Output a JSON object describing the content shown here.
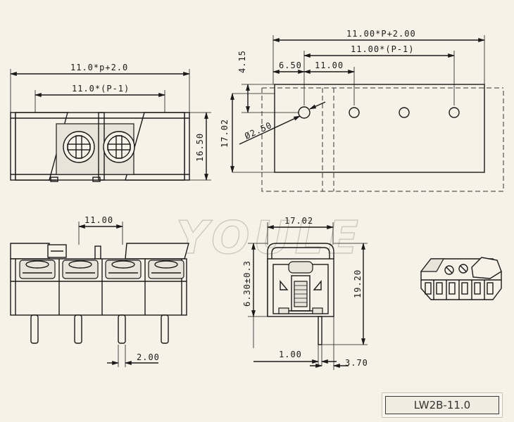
{
  "watermark": "YOULE",
  "model_label": "LW2B-11.0",
  "top_view": {
    "dim_total": "11.0*p+2.0",
    "dim_span": "11.0*(P-1)",
    "dim_height": "16.50"
  },
  "pcb_layout": {
    "dim_total": "11.00*P+2.00",
    "dim_span": "11.00*(P-1)",
    "dim_edge": "6.50",
    "dim_pitch": "11.00",
    "dim_offset": "4.15",
    "dim_height": "17.02",
    "dim_hole": "Ø2.50"
  },
  "front_view": {
    "dim_pitch": "11.00",
    "dim_pin": "2.00"
  },
  "side_view": {
    "dim_width": "17.02",
    "dim_height": "19.20",
    "dim_inner": "6.30±0.3",
    "dim_pin": "1.00",
    "dim_offset": "3.70"
  }
}
